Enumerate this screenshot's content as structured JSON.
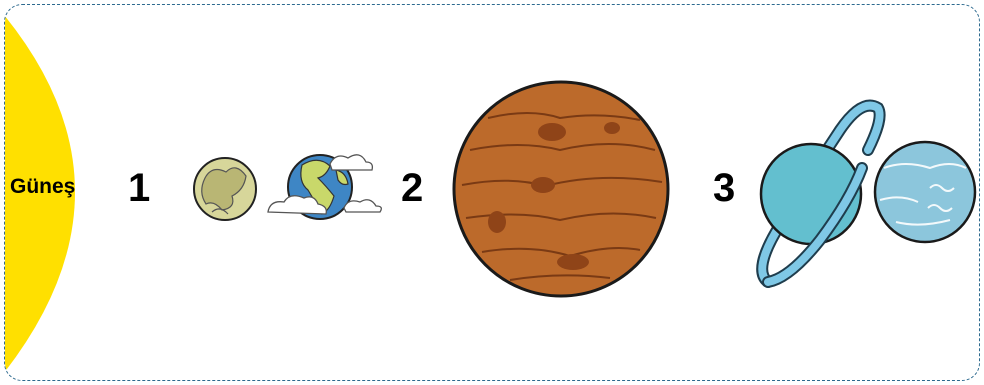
{
  "sun": {
    "label": "Güneş",
    "color": "#FFE000"
  },
  "groups": [
    {
      "number": "1"
    },
    {
      "number": "2"
    },
    {
      "number": "3"
    }
  ],
  "colors": {
    "frame_border": "#2d6a8f",
    "small_planet": "#D7D69A",
    "earth_ocean": "#3E86C5",
    "earth_land": "#C9D86A",
    "giant_planet": "#BC6A2B",
    "ringed_planet": "#63BFCF",
    "ring": "#7FC8E6",
    "blue_planet": "#8CC6DC"
  },
  "icons": [
    "sun-icon",
    "small-planet-icon",
    "earth-icon",
    "giant-planet-icon",
    "ringed-planet-icon",
    "blue-planet-icon"
  ]
}
